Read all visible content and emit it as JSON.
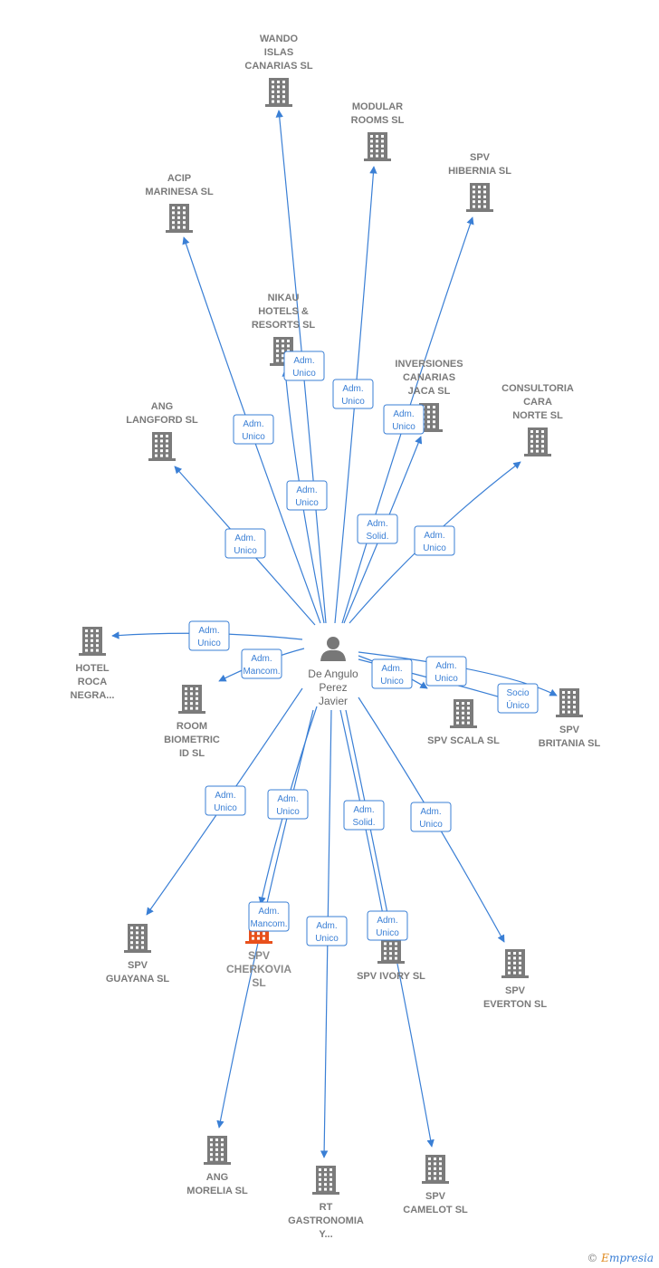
{
  "person": {
    "label_lines": [
      "De Angulo",
      "Perez",
      "Javier"
    ],
    "icon": "person-icon"
  },
  "colors": {
    "edge": "#3a7fd5",
    "building": "#7b7b7b",
    "highlight": "#e8501c",
    "label": "#7a7a7a"
  },
  "nodes": [
    {
      "id": "wando",
      "label_lines": [
        "WANDO",
        "ISLAS",
        "CANARIAS  SL"
      ],
      "icon": "building-icon"
    },
    {
      "id": "modular",
      "label_lines": [
        "MODULAR",
        "ROOMS  SL"
      ],
      "icon": "building-icon"
    },
    {
      "id": "hibernia",
      "label_lines": [
        "SPV",
        "HIBERNIA  SL"
      ],
      "icon": "building-icon"
    },
    {
      "id": "acip",
      "label_lines": [
        "ACIP",
        "MARINESA  SL"
      ],
      "icon": "building-icon"
    },
    {
      "id": "nikau",
      "label_lines": [
        "NIKAU",
        "HOTELS &",
        "RESORTS  SL"
      ],
      "icon": "building-icon"
    },
    {
      "id": "inversiones",
      "label_lines": [
        "INVERSIONES",
        "CANARIAS",
        "JACA  SL"
      ],
      "icon": "building-icon"
    },
    {
      "id": "consultoria",
      "label_lines": [
        "CONSULTORIA",
        "CARA",
        "NORTE  SL"
      ],
      "icon": "building-icon"
    },
    {
      "id": "langford",
      "label_lines": [
        "ANG",
        "LANGFORD  SL"
      ],
      "icon": "building-icon"
    },
    {
      "id": "hotelroca",
      "label_lines": [
        "HOTEL",
        "ROCA",
        "NEGRA..."
      ],
      "icon": "building-icon"
    },
    {
      "id": "roombio",
      "label_lines": [
        "ROOM",
        "BIOMETRIC",
        "ID  SL"
      ],
      "icon": "building-icon"
    },
    {
      "id": "scala",
      "label_lines": [
        "SPV SCALA  SL"
      ],
      "icon": "building-icon"
    },
    {
      "id": "britania",
      "label_lines": [
        "SPV",
        "BRITANIA  SL"
      ],
      "icon": "building-icon"
    },
    {
      "id": "guayana",
      "label_lines": [
        "SPV",
        "GUAYANA  SL"
      ],
      "icon": "building-icon"
    },
    {
      "id": "cherkovia",
      "label_lines": [
        "SPV",
        "CHERKOVIA",
        "SL"
      ],
      "icon": "building-icon",
      "highlight": true
    },
    {
      "id": "ivory",
      "label_lines": [
        "SPV IVORY  SL"
      ],
      "icon": "building-icon"
    },
    {
      "id": "everton",
      "label_lines": [
        "SPV",
        "EVERTON  SL"
      ],
      "icon": "building-icon"
    },
    {
      "id": "morelia",
      "label_lines": [
        "ANG",
        "MORELIA  SL"
      ],
      "icon": "building-icon"
    },
    {
      "id": "rtgastro",
      "label_lines": [
        "RT",
        "GASTRONOMIA",
        "Y..."
      ],
      "icon": "building-icon"
    },
    {
      "id": "camelot",
      "label_lines": [
        "SPV",
        "CAMELOT  SL"
      ],
      "icon": "building-icon"
    }
  ],
  "edges": [
    {
      "target": "wando",
      "label_lines": [
        "Adm.",
        "Unico"
      ]
    },
    {
      "target": "modular",
      "label_lines": [
        "Adm.",
        "Unico"
      ]
    },
    {
      "target": "hibernia",
      "label_lines": [
        "Adm.",
        "Solid."
      ]
    },
    {
      "target": "acip",
      "label_lines": [
        "Adm.",
        "Unico"
      ]
    },
    {
      "target": "nikau",
      "label_lines": [
        "Adm.",
        "Unico"
      ]
    },
    {
      "target": "inversiones",
      "label_lines": [
        "Adm.",
        "Unico"
      ]
    },
    {
      "target": "consultoria",
      "label_lines": [
        "Adm.",
        "Unico"
      ]
    },
    {
      "target": "langford",
      "label_lines": [
        "Adm.",
        "Unico"
      ]
    },
    {
      "target": "hotelroca",
      "label_lines": [
        "Adm.",
        "Unico"
      ]
    },
    {
      "target": "roombio",
      "label_lines": [
        "Adm.",
        "Mancom."
      ]
    },
    {
      "target": "scala",
      "label_lines": [
        "Adm.",
        "Unico"
      ]
    },
    {
      "target": "britania",
      "label_lines": [
        "Adm.",
        "Unico"
      ]
    },
    {
      "target": "britania",
      "label_lines": [
        "Socio",
        "Único"
      ]
    },
    {
      "target": "guayana",
      "label_lines": [
        "Adm.",
        "Unico"
      ]
    },
    {
      "target": "cherkovia",
      "label_lines": [
        "Adm.",
        "Unico"
      ]
    },
    {
      "target": "morelia",
      "label_lines": [
        "Adm.",
        "Mancom."
      ]
    },
    {
      "target": "rtgastro",
      "label_lines": [
        "Adm.",
        "Unico"
      ]
    },
    {
      "target": "ivory",
      "label_lines": [
        "Adm.",
        "Solid."
      ]
    },
    {
      "target": "camelot",
      "label_lines": [
        "Adm.",
        "Unico"
      ]
    },
    {
      "target": "everton",
      "label_lines": [
        "Adm.",
        "Unico"
      ]
    }
  ],
  "footer": {
    "copyright": "©",
    "brand_first": "E",
    "brand_rest": "mpresia"
  }
}
